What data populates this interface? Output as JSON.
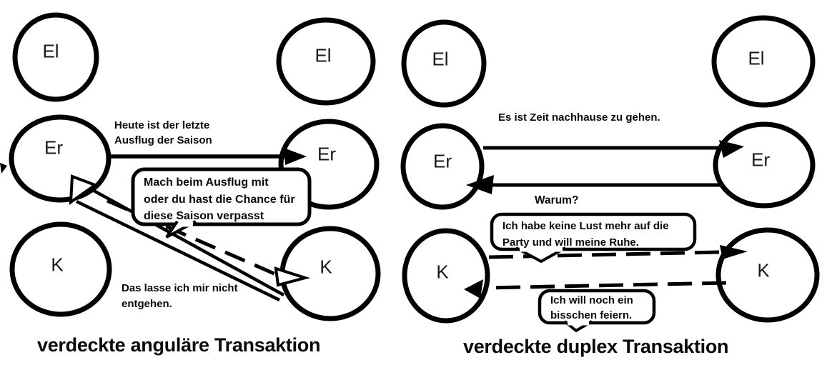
{
  "background": "#ffffff",
  "ink": "#000000",
  "diagrams": [
    {
      "title": "verdeckte anguläre Transaktion",
      "sender": {
        "parent": "El",
        "adult": "Er",
        "child": "K"
      },
      "receiver": {
        "parent": "El",
        "adult": "Er",
        "child": "K"
      },
      "social_stimulus": {
        "line1": "Heute ist der letzte",
        "line2": "Ausflug der Saison"
      },
      "covert_stimulus_bubble": {
        "line1": "Mach beim Ausflug mit",
        "line2": "oder du hast die Chance für",
        "line3": "diese Saison verpasst"
      },
      "response": {
        "line1": "Das lasse ich mir nicht",
        "line2": "entgehen."
      }
    },
    {
      "title": "verdeckte duplex Transaktion",
      "sender": {
        "parent": "El",
        "adult": "Er",
        "child": "K"
      },
      "receiver": {
        "parent": "El",
        "adult": "Er",
        "child": "K"
      },
      "social_stimulus": "Es ist Zeit nachhause zu gehen.",
      "social_response": "Warum?",
      "covert_stimulus_bubble": {
        "line1": "Ich habe keine Lust mehr auf die",
        "line2": "Party und will meine Ruhe."
      },
      "covert_response_bubble": {
        "line1": "Ich will noch ein",
        "line2": "bisschen feiern."
      }
    }
  ]
}
